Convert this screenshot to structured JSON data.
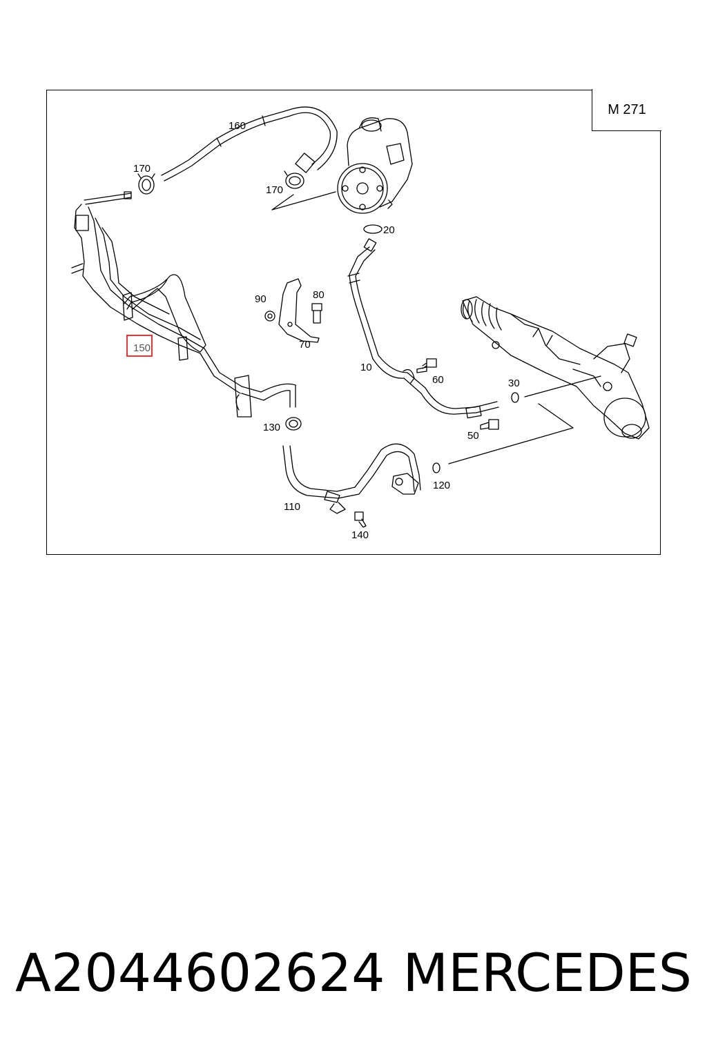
{
  "diagram": {
    "engine_code": "M 271",
    "highlight_color": "#e8343a",
    "callouts": {
      "p10": "10",
      "p20": "20",
      "p30": "30",
      "p50": "50",
      "p60": "60",
      "p70": "70",
      "p80": "80",
      "p90": "90",
      "p110": "110",
      "p120": "120",
      "p130": "130",
      "p140": "140",
      "p150": "150",
      "p160": "160",
      "p170a": "170",
      "p170b": "170"
    }
  },
  "footer": {
    "part_number": "A2044602624",
    "brand": "MERCEDES"
  }
}
